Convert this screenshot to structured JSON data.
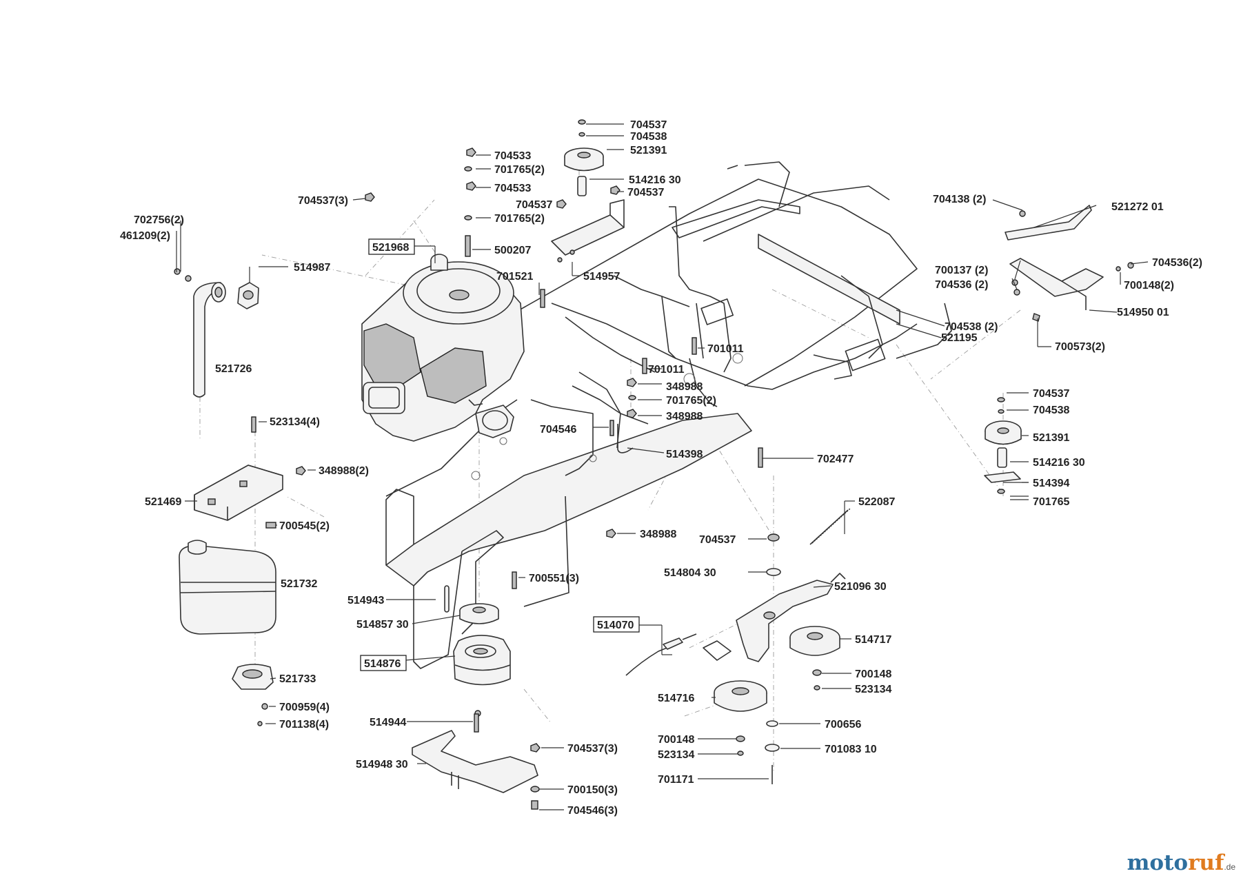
{
  "parts": [
    {
      "num": "704537"
    },
    {
      "num": "704538"
    },
    {
      "num": "521391"
    },
    {
      "num": "514216 30"
    },
    {
      "num": "704537"
    },
    {
      "num": "704533"
    },
    {
      "num": "701765(2)"
    },
    {
      "num": "704533"
    },
    {
      "num": "701765(2)"
    },
    {
      "num": "500207"
    },
    {
      "num": "704537(3)"
    },
    {
      "num": "704537"
    },
    {
      "num": "521968"
    },
    {
      "num": "702756(2)"
    },
    {
      "num": "461209(2)"
    },
    {
      "num": "514987"
    },
    {
      "num": "514957"
    },
    {
      "num": "701521"
    },
    {
      "num": "704138 (2)"
    },
    {
      "num": "521272 01"
    },
    {
      "num": "704536(2)"
    },
    {
      "num": "700137 (2)"
    },
    {
      "num": "704536 (2)"
    },
    {
      "num": "700148(2)"
    },
    {
      "num": "514950 01"
    },
    {
      "num": "704538 (2)"
    },
    {
      "num": "521195"
    },
    {
      "num": "700573(2)"
    },
    {
      "num": "701011"
    },
    {
      "num": "701011"
    },
    {
      "num": "521726"
    },
    {
      "num": "348988"
    },
    {
      "num": "701765(2)"
    },
    {
      "num": "348988"
    },
    {
      "num": "704537"
    },
    {
      "num": "704538"
    },
    {
      "num": "704546"
    },
    {
      "num": "514398"
    },
    {
      "num": "521391"
    },
    {
      "num": "523134(4)"
    },
    {
      "num": "702477"
    },
    {
      "num": "514216 30"
    },
    {
      "num": "348988(2)"
    },
    {
      "num": "514394"
    },
    {
      "num": "521469"
    },
    {
      "num": "701765"
    },
    {
      "num": "700545(2)"
    },
    {
      "num": "522087"
    },
    {
      "num": "348988"
    },
    {
      "num": "704537"
    },
    {
      "num": "514804 30"
    },
    {
      "num": "700551(3)"
    },
    {
      "num": "521732"
    },
    {
      "num": "521096 30"
    },
    {
      "num": "514943"
    },
    {
      "num": "514857 30"
    },
    {
      "num": "514070"
    },
    {
      "num": "514717"
    },
    {
      "num": "514876"
    },
    {
      "num": "521733"
    },
    {
      "num": "700148"
    },
    {
      "num": "523134"
    },
    {
      "num": "700959(4)"
    },
    {
      "num": "514716"
    },
    {
      "num": "701138(4)"
    },
    {
      "num": "514944"
    },
    {
      "num": "700656"
    },
    {
      "num": "700148"
    },
    {
      "num": "704537(3)"
    },
    {
      "num": "523134"
    },
    {
      "num": "701083 10"
    },
    {
      "num": "514948 30"
    },
    {
      "num": "700150(3)"
    },
    {
      "num": "701171"
    },
    {
      "num": "704546(3)"
    }
  ],
  "watermark": {
    "brand_blue": "moto",
    "brand_orange": "ruf",
    "tld": ".de",
    "color_blue": "#2e6f9e",
    "color_orange": "#e07b1f"
  }
}
